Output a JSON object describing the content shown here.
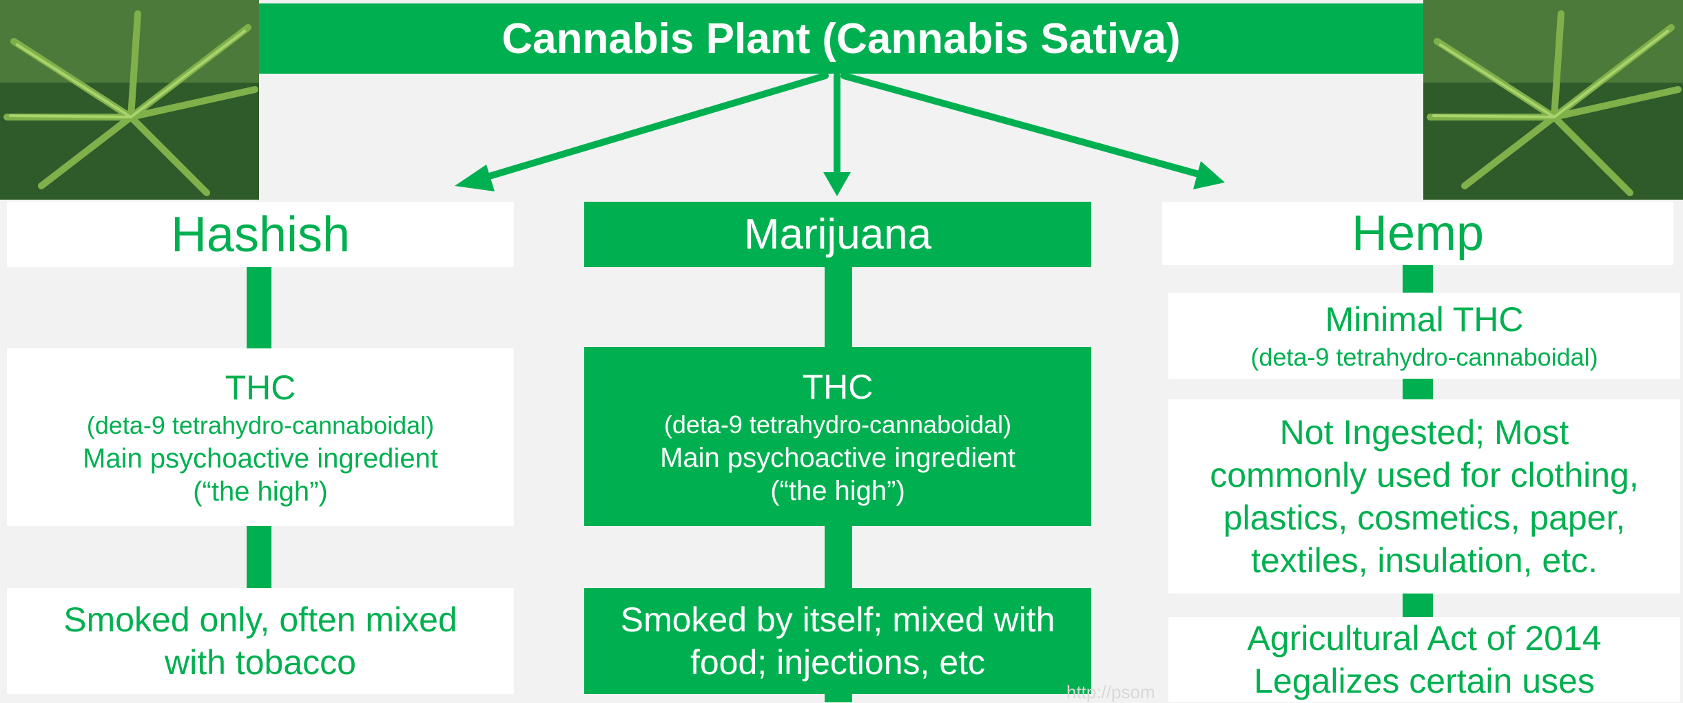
{
  "title": "Cannabis Plant (Cannabis Sativa)",
  "colors": {
    "accent": "#00b050",
    "background": "#f2f2f2",
    "box_white": "#ffffff"
  },
  "images": {
    "left": "cannabis-leaf-photo",
    "right": "cannabis-leaf-photo"
  },
  "columns": [
    {
      "id": "hashish",
      "heading": "Hashish",
      "boxes": [
        {
          "lines": [
            "THC",
            "(deta-9 tetrahydro-cannaboidal)",
            "Main psychoactive ingredient",
            "(“the high”)"
          ]
        },
        {
          "lines": [
            "Smoked only, often mixed",
            "with tobacco"
          ]
        }
      ]
    },
    {
      "id": "marijuana",
      "heading": "Marijuana",
      "boxes": [
        {
          "lines": [
            "THC",
            "(deta-9 tetrahydro-cannaboidal)",
            "Main psychoactive ingredient",
            "(“the high”)"
          ]
        },
        {
          "lines": [
            "Smoked by itself; mixed with",
            "food; injections, etc"
          ]
        }
      ]
    },
    {
      "id": "hemp",
      "heading": "Hemp",
      "boxes": [
        {
          "lines": [
            "Minimal THC",
            "(deta-9 tetrahydro-cannaboidal)"
          ]
        },
        {
          "lines": [
            "Not Ingested; Most",
            "commonly used for clothing,",
            "plastics, cosmetics, paper,",
            "textiles, insulation, etc."
          ]
        },
        {
          "lines": [
            "Agricultural Act of 2014",
            "Legalizes certain uses"
          ]
        }
      ]
    }
  ],
  "watermark": "http://psom"
}
